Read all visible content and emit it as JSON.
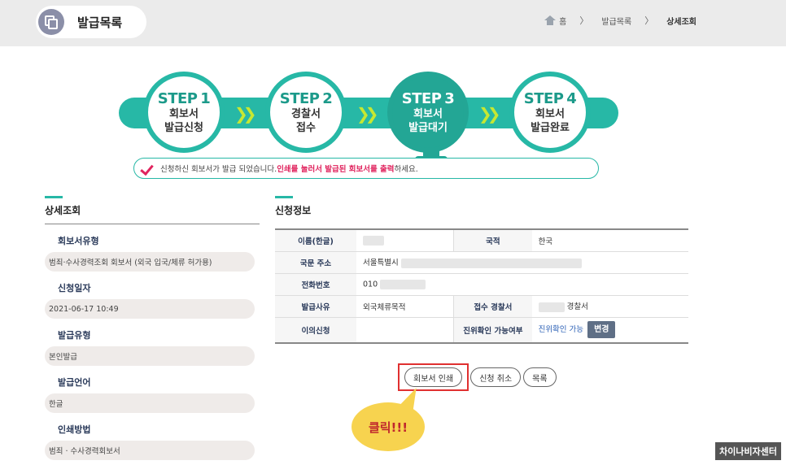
{
  "header": {
    "title": "발급목록",
    "breadcrumb": {
      "home": "홈",
      "list": "발급목록",
      "current": "상세조회"
    }
  },
  "steps": [
    {
      "step": "STEP",
      "num": "1",
      "line1": "회보서",
      "line2": "발급신청",
      "active": false
    },
    {
      "step": "STEP",
      "num": "2",
      "line1": "경찰서",
      "line2": "접수",
      "active": false
    },
    {
      "step": "STEP",
      "num": "3",
      "line1": "회보서",
      "line2": "발급대기",
      "active": true
    },
    {
      "step": "STEP",
      "num": "4",
      "line1": "회보서",
      "line2": "발급완료",
      "active": false
    }
  ],
  "notice": {
    "pre": "신청하신 회보서가 발급 되었습니다.",
    "highlight": "인쇄를 눌러서 발급된 회보서를 출력",
    "post": "하세요."
  },
  "detail": {
    "title": "상세조회",
    "fields": [
      {
        "label": "회보서유형",
        "value": "범죄·수사경력조회 회보서 (외국 입국/체류 허가용)"
      },
      {
        "label": "신청일자",
        "value": "2021-06-17 10:49"
      },
      {
        "label": "발급유형",
        "value": "본인발급"
      },
      {
        "label": "발급언어",
        "value": "한글"
      },
      {
        "label": "인쇄방법",
        "value": "범죄 · 수사경력회보서"
      }
    ]
  },
  "application": {
    "title": "신청정보",
    "name_label": "이름(한글)",
    "nationality_label": "국적",
    "nationality": "한국",
    "address_label": "국문 주소",
    "address": "서울특별시",
    "phone_label": "전화번호",
    "phone": "010",
    "reason_label": "발급사유",
    "reason": "외국체류목적",
    "station_label": "접수 경찰서",
    "station": "경찰서",
    "objection_label": "이의신청",
    "objection": "",
    "verify_label": "진위확인 가능여부",
    "verify_value": "진위확인 가능",
    "change_label": "변경"
  },
  "actions": {
    "print": "회보서 인쇄",
    "cancel": "신청 취소",
    "list": "목록"
  },
  "callout": "클릭!!!",
  "watermark": "차이나비자센터",
  "colors": {
    "teal": "#27b8a6",
    "accent_red": "#e0245e",
    "lime": "#c6e832",
    "bubble": "#f7d34f"
  }
}
